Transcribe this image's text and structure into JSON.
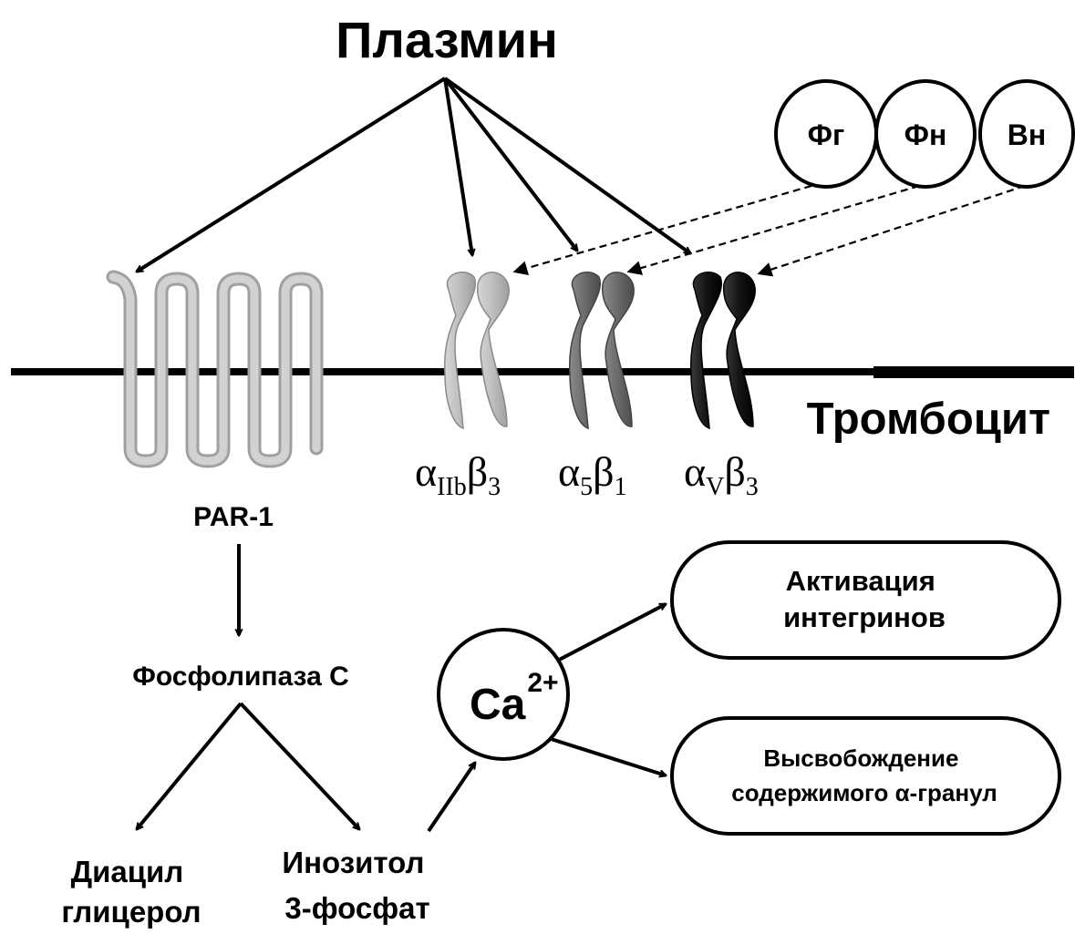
{
  "title": "Плазмин",
  "membrane_label": "Тромбоцит",
  "ligands": [
    {
      "label": "Фг"
    },
    {
      "label": "Фн"
    },
    {
      "label": "Вн"
    }
  ],
  "receptors": {
    "par1": "PAR-1",
    "integrins": [
      {
        "alpha": "α",
        "alpha_sub": "IIb",
        "beta": "β",
        "beta_sub": "3",
        "color": "#b8b8b8"
      },
      {
        "alpha": "α",
        "alpha_sub": "5",
        "beta": "β",
        "beta_sub": "1",
        "color": "#6e6e6e"
      },
      {
        "alpha": "α",
        "alpha_sub": "V",
        "beta": "β",
        "beta_sub": "3",
        "color": "#1a1a1a"
      }
    ]
  },
  "pathway": {
    "plc": "Фосфолипаза C",
    "dag_line1": "Диацил",
    "dag_line2": "глицерол",
    "ip3_line1": "Инозитол",
    "ip3_line2": "3-фосфат",
    "ca": "Ca",
    "ca_charge": "2+",
    "outcome1_line1": "Активация",
    "outcome1_line2": "интегринов",
    "outcome2_line1": "Высвобождение",
    "outcome2_line2": "содержимого α-гранул"
  }
}
